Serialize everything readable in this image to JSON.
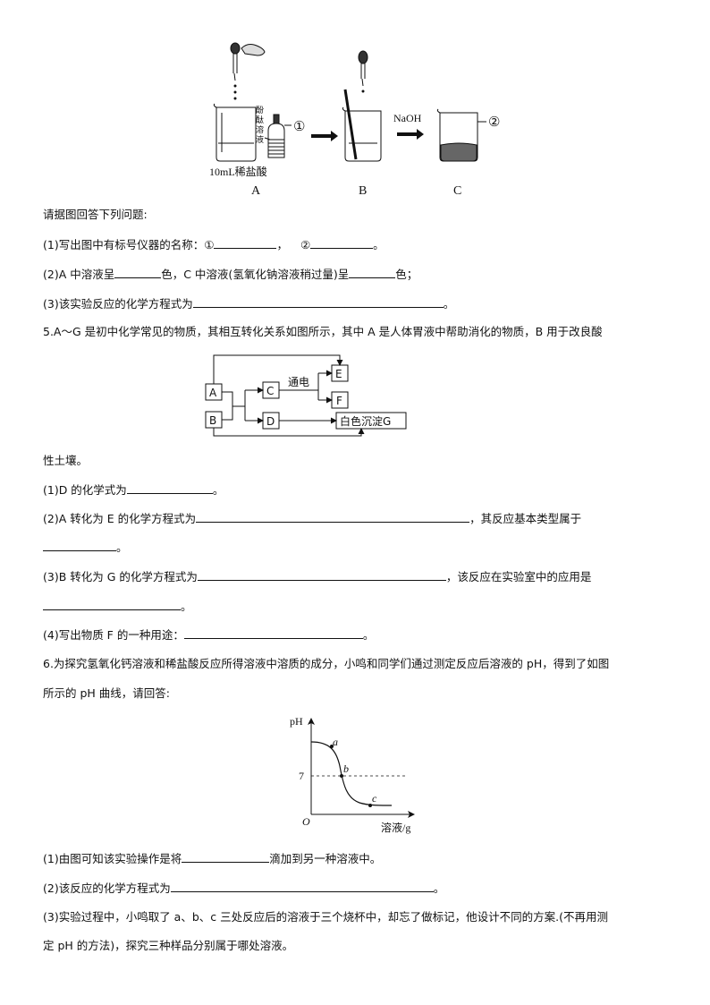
{
  "figure1": {
    "vessel_labels": {
      "a": "A",
      "b": "B",
      "c": "C"
    },
    "indicator_chars": [
      "酚",
      "酞",
      "溶",
      "液"
    ],
    "acid_label": "10mL稀盐酸",
    "marker1": "①",
    "marker2": "②",
    "reagent": "NaOH"
  },
  "q4": {
    "intro": "请据图回答下列问题:",
    "p1_prefix": "(1)写出图中有标号仪器的名称：",
    "p1_m1": "①",
    "p1_sep": "，",
    "p1_m2": "②",
    "p1_end": "。",
    "p2_a": "(2)A 中溶液呈",
    "p2_b": "色，C 中溶液(氢氧化钠溶液稍过量)呈",
    "p2_c": "色；",
    "p3": "(3)该实验反应的化学方程式为",
    "p3_end": "。"
  },
  "q5": {
    "stem": "5.A～G 是初中化学常见的物质，其相互转化关系如图所示，其中 A 是人体胃液中帮助消化的物质，B 用于改良酸",
    "stem_cont": "性土壤。",
    "p1": "(1)D 的化学式为",
    "p1_end": "。",
    "p2": "(2)A 转化为 E 的化学方程式为",
    "p2_tail": "，其反应基本类型属于",
    "p2_end": "。",
    "p3": "(3)B 转化为 G 的化学方程式为",
    "p3_tail": "，该反应在实验室中的应用是",
    "p3_end": "。",
    "p4": "(4)写出物质 F 的一种用途：",
    "p4_end": "。"
  },
  "flow": {
    "A": "A",
    "B": "B",
    "C": "C",
    "D": "D",
    "E": "E",
    "F": "F",
    "G": "白色沉淀G",
    "electrolysis": "通电"
  },
  "q6": {
    "stem1": "6.为探究氢氧化钙溶液和稀盐酸反应所得溶液中溶质的成分，小鸣和同学们通过测定反应后溶液的 pH，得到了如图",
    "stem2": "所示的 pH 曲线，请回答:",
    "p1": "(1)由图可知该实验操作是将",
    "p1_tail": "滴加到另一种溶液中。",
    "p2": "(2)该反应的化学方程式为",
    "p2_end": "。",
    "p3_line1": "(3)实验过程中，小鸣取了 a、b、c 三处反应后的溶液于三个烧杯中，却忘了做标记，他设计不同的方案.(不再用测",
    "p3_line2": "定 pH 的方法)，探究三种样品分别属于哪处溶液。"
  },
  "chart_data": {
    "type": "line",
    "title": "",
    "ylabel": "pH",
    "xlabel": "溶液/g",
    "origin_label": "O",
    "ytick_label": "7",
    "reference_line": 7,
    "points": [
      {
        "label": "a",
        "position": "above 7"
      },
      {
        "label": "b",
        "position": "at 7"
      },
      {
        "label": "c",
        "position": "below 7"
      }
    ],
    "trend": "pH decreases from above 7 through 7 to below 7"
  }
}
